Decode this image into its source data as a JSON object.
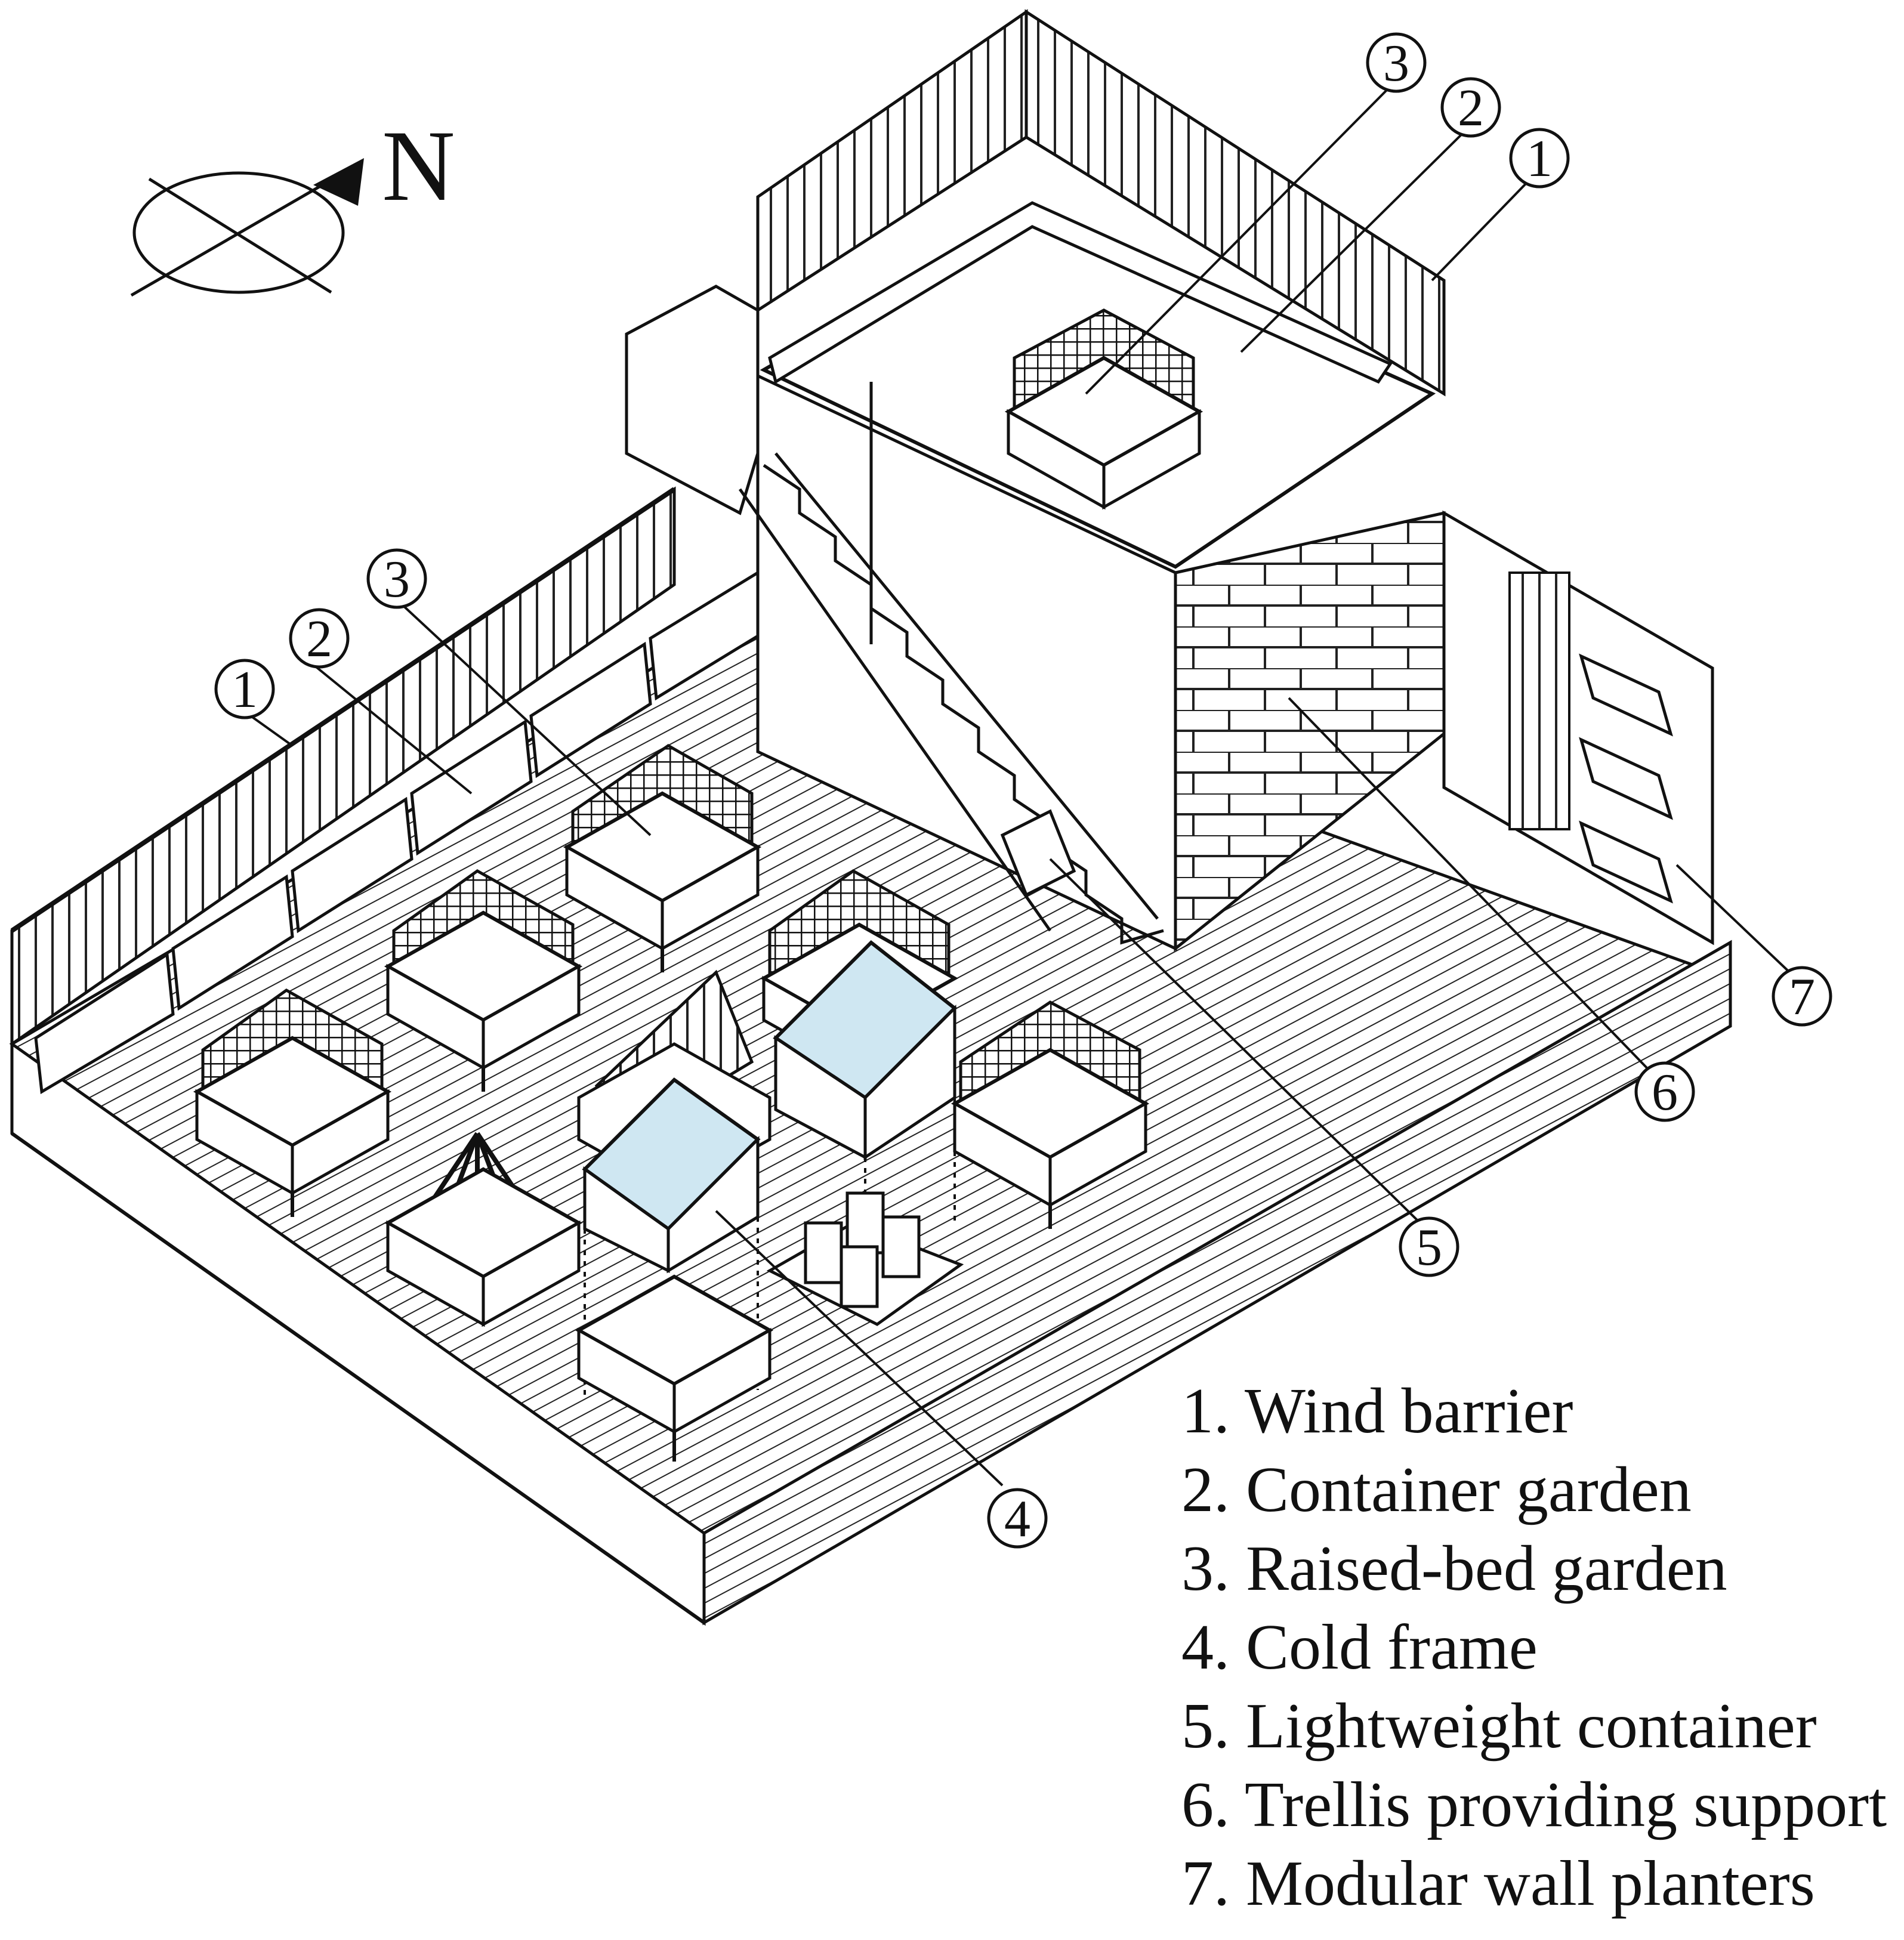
{
  "compass": {
    "label": "N",
    "icon": "north-arrow-icon"
  },
  "callouts": {
    "upper_wind_barrier": "1",
    "upper_container_garden": "2",
    "upper_raised_bed": "3",
    "lower_wind_barrier": "1",
    "lower_container_garden": "2",
    "lower_raised_bed": "3",
    "cold_frame": "4",
    "lightweight_container": "5",
    "trellis": "6",
    "wall_planters": "7"
  },
  "legend": [
    "1. Wind barrier",
    "2. Container garden",
    "3. Raised-bed garden",
    "4. Cold frame",
    "5. Lightweight container",
    "6. Trellis providing support",
    "7. Modular wall planters"
  ],
  "colors": {
    "line": "#111111",
    "glass": "#cfe7f2",
    "background": "#ffffff"
  }
}
